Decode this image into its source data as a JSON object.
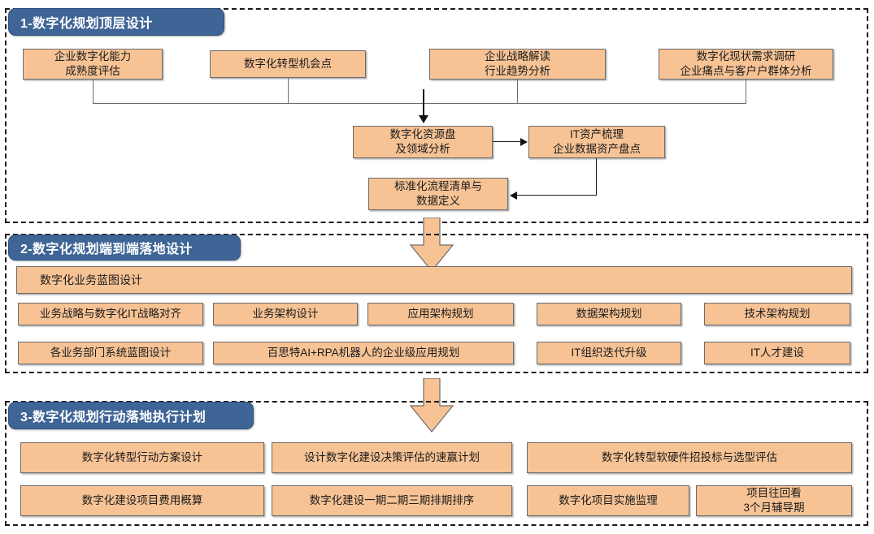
{
  "document": {
    "title": "数字化规划三段式方法论",
    "bg_color": "#ffffff",
    "box_fill": "#f7c395",
    "badge_fill": "#3e6596",
    "arrow_fill": "#f7c395"
  },
  "sections": [
    {
      "id": "section-1",
      "badge": "1-数字化规划顶层设计",
      "rows": [
        {
          "id": "s1-row1",
          "boxes": [
            {
              "id": "s1-b1",
              "label": "企业数字化能力\n成熟度评估"
            },
            {
              "id": "s1-b2",
              "label": "数字化转型机会点"
            },
            {
              "id": "s1-b3",
              "label": "企业战略解读\n行业趋势分析"
            },
            {
              "id": "s1-b4",
              "label": "数字化现状需求调研\n企业痛点与客户户群体分析"
            }
          ]
        },
        {
          "id": "s1-row2",
          "boxes": [
            {
              "id": "s1-b5",
              "label": "数字化资源盘\n及领域分析"
            },
            {
              "id": "s1-b6",
              "label": "IT资产梳理\n企业数据资产盘点"
            }
          ]
        },
        {
          "id": "s1-row3",
          "boxes": [
            {
              "id": "s1-b7",
              "label": "标准化流程清单与\n数据定义"
            }
          ]
        }
      ]
    },
    {
      "id": "section-2",
      "badge": "2-数字化规划端到端落地设计",
      "banner": "数字化业务蓝图设计",
      "rows": [
        {
          "id": "s2-row1",
          "boxes": [
            {
              "id": "s2-b1",
              "label": "业务战略与数字化IT战略对齐"
            },
            {
              "id": "s2-b2",
              "label": "业务架构设计"
            },
            {
              "id": "s2-b3",
              "label": "应用架构规划"
            },
            {
              "id": "s2-b4",
              "label": "数据架构规划"
            },
            {
              "id": "s2-b5",
              "label": "技术架构规划"
            }
          ]
        },
        {
          "id": "s2-row2",
          "boxes": [
            {
              "id": "s2-b6",
              "label": "各业务部门系统蓝图设计"
            },
            {
              "id": "s2-b7",
              "label": "百思特AI+RPA机器人的企业级应用规划"
            },
            {
              "id": "s2-b8",
              "label": "IT组织迭代升级"
            },
            {
              "id": "s2-b9",
              "label": "IT人才建设"
            }
          ]
        }
      ]
    },
    {
      "id": "section-3",
      "badge": "3-数字化规划行动落地执行计划",
      "rows": [
        {
          "id": "s3-row1",
          "boxes": [
            {
              "id": "s3-b1",
              "label": "数字化转型行动方案设计"
            },
            {
              "id": "s3-b2",
              "label": "设计数字化建设决策评估的速赢计划"
            },
            {
              "id": "s3-b3",
              "label": "数字化转型软硬件招投标与选型评估"
            }
          ]
        },
        {
          "id": "s3-row2",
          "boxes": [
            {
              "id": "s3-b4",
              "label": "数字化建设项目费用概算"
            },
            {
              "id": "s3-b5",
              "label": "数字化建设一期二期三期排期排序"
            },
            {
              "id": "s3-b6",
              "label": "数字化项目实施监理"
            },
            {
              "id": "s3-b7",
              "label": "项目往回看\n3个月辅导期"
            }
          ]
        }
      ]
    }
  ],
  "connectors": {
    "section1_to_2_arrow": "block-arrow-down",
    "section2_to_3_arrow": "block-arrow-down"
  }
}
